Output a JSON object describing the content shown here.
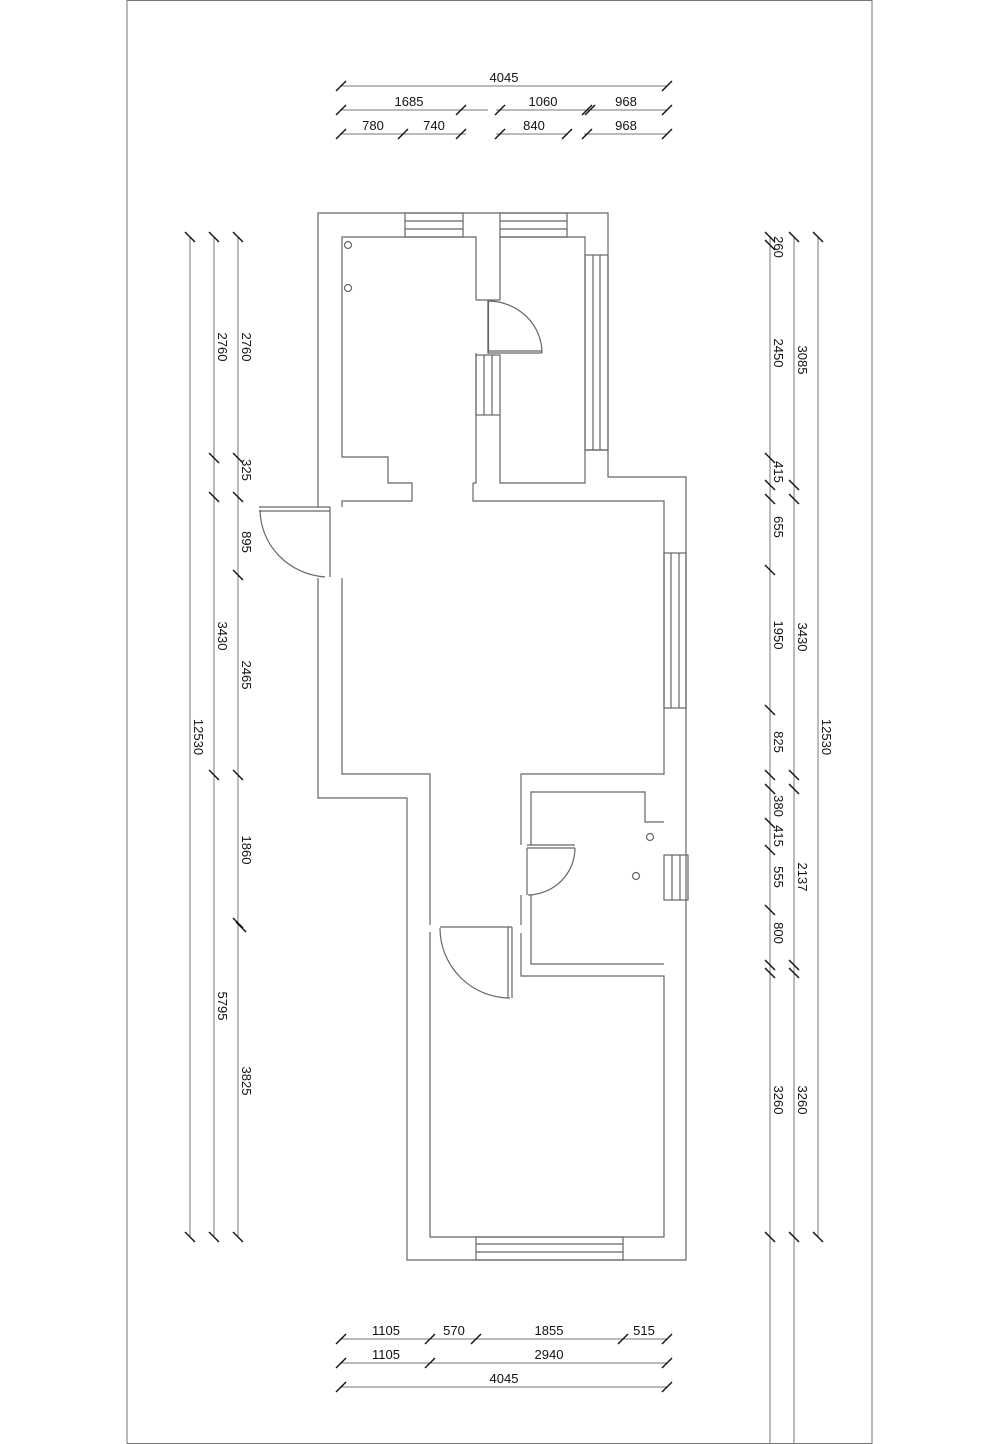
{
  "drawing": {
    "top_dimensions": {
      "overall": "4045",
      "row2": [
        "1685",
        "1060",
        "968"
      ],
      "row3": [
        "780",
        "740",
        "840",
        "968"
      ]
    },
    "bottom_dimensions": {
      "row1": [
        "1105",
        "570",
        "1855",
        "515"
      ],
      "row2": [
        "1105",
        "2940"
      ],
      "overall": "4045"
    },
    "left_dimensions": {
      "overall": "12530",
      "middle": [
        "2760",
        "3430",
        "5795"
      ],
      "inner": [
        "2760",
        "325",
        "895",
        "2465",
        "1860",
        "3825"
      ]
    },
    "right_dimensions": {
      "overall": "12530",
      "middle": [
        "3085",
        "3430",
        "2137",
        "3260"
      ],
      "inner": [
        "260",
        "2450",
        "415",
        "655",
        "1950",
        "825",
        "380",
        "415",
        "555",
        "800",
        "3260"
      ]
    }
  }
}
